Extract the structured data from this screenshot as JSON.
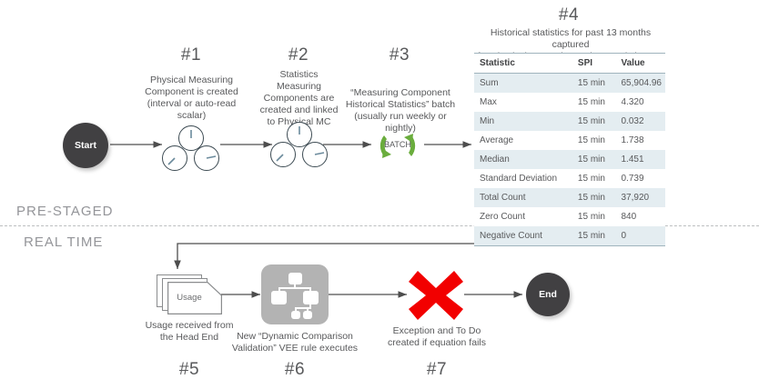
{
  "diagram": {
    "bands": {
      "prestaged_label": "PRE-STAGED",
      "realtime_label": "REAL TIME"
    },
    "terminators": {
      "start_label": "Start",
      "end_label": "End"
    },
    "steps": [
      {
        "number": "#1",
        "caption": "Physical Measuring Component is created (interval  or auto-read scalar)",
        "icon": "meter-dials-icon"
      },
      {
        "number": "#2",
        "caption": "Statistics Measuring Components are created and linked to Physical MC",
        "icon": "meter-dials-icon"
      },
      {
        "number": "#3",
        "caption": "“Measuring Component Historical Statistics” batch (usually run weekly or nightly)",
        "icon": "batch-recycle-icon",
        "icon_label": "BATCH"
      },
      {
        "number": "#4",
        "caption": "",
        "icon": "statistics-table"
      },
      {
        "number": "#5",
        "caption": "Usage received from the Head End",
        "icon": "usage-documents-icon",
        "icon_label": "Usage"
      },
      {
        "number": "#6",
        "caption": "New “Dynamic Comparison Validation” VEE rule executes",
        "icon": "vee-rule-icon"
      },
      {
        "number": "#7",
        "caption": "Exception and To Do created if equation fails",
        "icon": "red-x-icon"
      }
    ],
    "table": {
      "title_line1": "Historical statistics for past 13 months captured",
      "title_line2": "for Physical MC and stored on Statistics MC",
      "columns": [
        "Statistic",
        "SPI",
        "Value"
      ],
      "rows": [
        [
          "Sum",
          "15 min",
          "65,904.96"
        ],
        [
          "Max",
          "15 min",
          "4.320"
        ],
        [
          "Min",
          "15 min",
          "0.032"
        ],
        [
          "Average",
          "15 min",
          "1.738"
        ],
        [
          "Median",
          "15 min",
          "1.451"
        ],
        [
          "Standard Deviation",
          "15 min",
          "0.739"
        ],
        [
          "Total Count",
          "15 min",
          "37,920"
        ],
        [
          "Zero Count",
          "15 min",
          "840"
        ],
        [
          "Negative Count",
          "15 min",
          "0"
        ]
      ]
    },
    "colors": {
      "text": "#58595b",
      "band_label": "#949599",
      "terminator": "#414042",
      "batch_green": "#6aad3d",
      "exception_red": "#f20000",
      "table_row_shade": "#e4edf1",
      "table_rule": "#9fb3bd",
      "vee_gray": "#b3b3b3",
      "connector": "#4d4d4d"
    }
  }
}
